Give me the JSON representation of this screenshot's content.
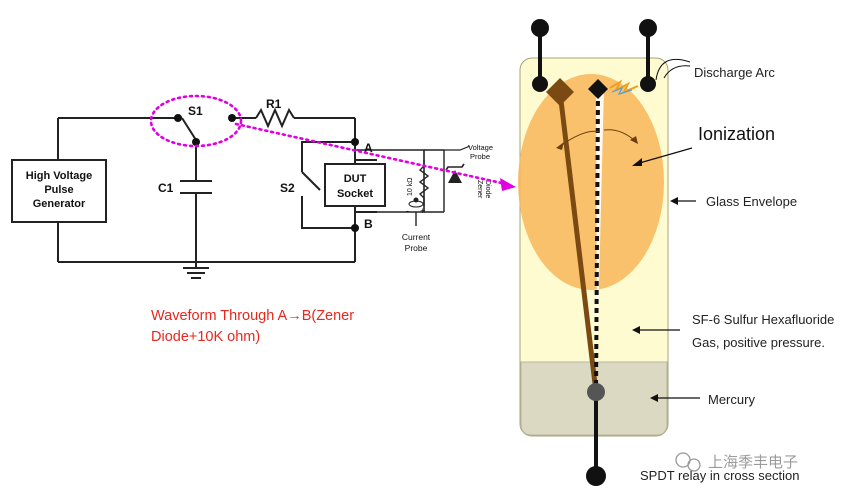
{
  "circuit": {
    "generator_label_lines": [
      "High Voltage",
      "Pulse",
      "Generator"
    ],
    "s1": "S1",
    "r1": "R1",
    "c1": "C1",
    "s2": "S2",
    "node_a": "A",
    "node_b": "B",
    "dut_label_lines": [
      "DUT",
      "Socket"
    ],
    "resistor_label": "10 kΩ",
    "voltage_probe_lines": [
      "Voltage",
      "Probe"
    ],
    "zener_label_lines": [
      "Zener",
      "Diode"
    ],
    "current_probe_lines": [
      "Current",
      "Probe"
    ],
    "minus": "-",
    "plus": "+"
  },
  "waveform_caption_lines": [
    "Waveform Through A→B(Zener",
    "Diode+10K ohm)"
  ],
  "relay": {
    "discharge_arc": "Discharge Arc",
    "ionization": "Ionization",
    "glass_envelope": "Glass Envelope",
    "gas_lines": [
      "SF-6 Sulfur Hexafluoride",
      "Gas, positive pressure."
    ],
    "mercury": "Mercury",
    "caption": "SPDT relay in cross section"
  },
  "watermark": "上海季丰电子",
  "colors": {
    "caption_red": "#e8271e",
    "dotted_magenta": "#e000e0",
    "ionization_orange": "#f9b65a",
    "glass_fill": "#fffbd0",
    "mercury_fill": "#dcd9c3",
    "contact_brown": "#7a4a12"
  }
}
